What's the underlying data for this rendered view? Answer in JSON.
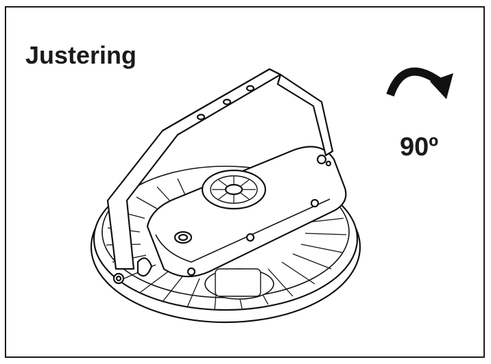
{
  "page": {
    "title": "Justering",
    "rotation_label": "90º"
  },
  "icons": {
    "rotation": "rotate-clockwise-arrow-icon",
    "illustration": "highbay-light-fixture-illustration"
  },
  "colors": {
    "ink": "#1a1a1a",
    "background": "#ffffff"
  }
}
